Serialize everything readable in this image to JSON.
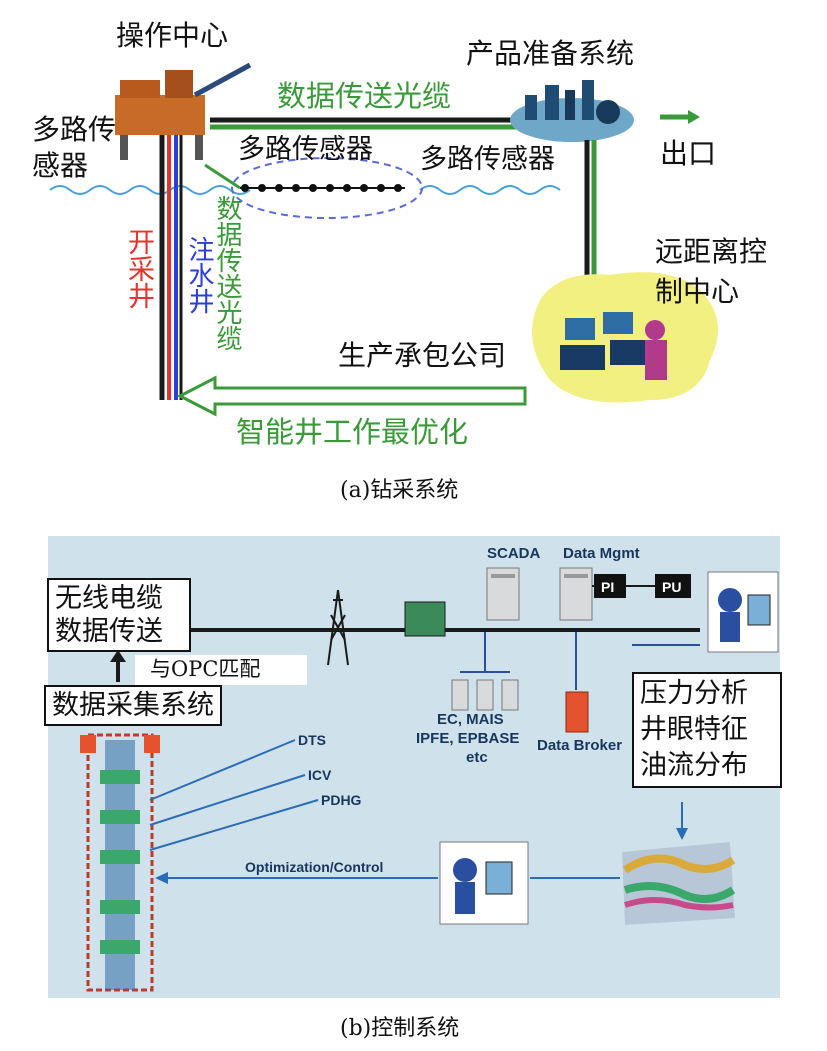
{
  "top": {
    "operation_center": "操作中心",
    "product_prep_system": "产品准备系统",
    "multi_sensor_left": "多路传感器",
    "multi_sensor_mid": "多路传感器",
    "multi_sensor_right": "多路传感器",
    "data_cable_top": "数据传送光缆",
    "export": "出口",
    "remote_center": "远距离控制中心",
    "production_well": "开采井",
    "injection_well": "注水井",
    "data_cable_vertical": "数据传送光缆",
    "contractor": "生产承包公司",
    "optimization": "智能井工作最优化",
    "caption": "(a)钻采系统"
  },
  "bottom": {
    "wireless_box": [
      "无线电缆",
      "数据传送"
    ],
    "opc_match": "与OPC匹配",
    "acquisition_box": "数据采集系统",
    "scada": "SCADA",
    "data_mgmt": "Data Mgmt",
    "pi": "PI",
    "pu": "PU",
    "ec_line1": "EC, MAIS",
    "ec_line2": "IPFE, EPBASE",
    "ec_line3": "etc",
    "data_broker": "Data Broker",
    "analysis_box": [
      "压力分析",
      "井眼特征",
      "油流分布"
    ],
    "dts": "DTS",
    "icv": "ICV",
    "pdhg": "PDHG",
    "opt_control": "Optimization/Control",
    "caption": "(b)控制系统"
  },
  "colors": {
    "green": "#3a9a3a",
    "red": "#e2352b",
    "blue": "#2a3fd6",
    "panel_bg": "#cfe2ec",
    "line": "#1a1a1a"
  }
}
